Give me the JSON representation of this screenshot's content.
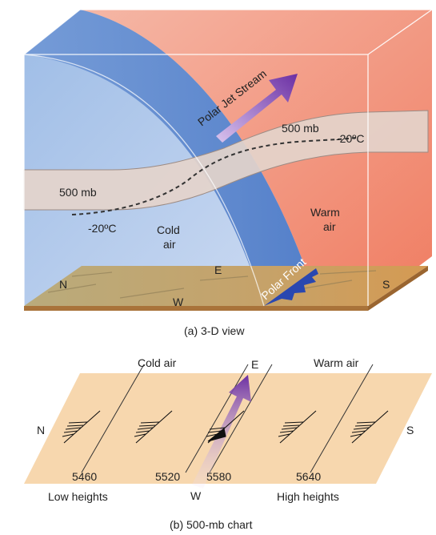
{
  "colors": {
    "cold_air": "#7ea6dc",
    "polar_front_band": "#6d95d4",
    "warm_air": "#f08a70",
    "surface_500mb": "#e4d4cb",
    "ground": "#c39a5c",
    "front_symbol": "#2a47b0",
    "jet_arrow": "#7a3fae",
    "chart_background": "#f7d7ae"
  },
  "panel_a": {
    "jet_stream_label": "Polar Jet Stream",
    "surface_label_left": "500 mb",
    "surface_label_right": "500 mb",
    "isotherm_label_left": "-20ºC",
    "isotherm_label_right": "-20ºC",
    "cold_air_label_line1": "Cold",
    "cold_air_label_line2": "air",
    "warm_air_label_line1": "Warm",
    "warm_air_label_line2": "air",
    "front_label": "Polar Front",
    "compass": {
      "north": "N",
      "east": "E",
      "west": "W",
      "south": "S"
    },
    "caption": "(a) 3-D view"
  },
  "panel_b": {
    "cold_air_label": "Cold air",
    "warm_air_label": "Warm air",
    "compass": {
      "north": "N",
      "east": "E",
      "west": "W",
      "south": "S"
    },
    "contours": [
      {
        "value": "5460"
      },
      {
        "value": "5520"
      },
      {
        "value": "5580"
      },
      {
        "value": "5640"
      }
    ],
    "low_heights_label": "Low heights",
    "high_heights_label": "High heights",
    "caption": "(b) 500-mb chart"
  }
}
